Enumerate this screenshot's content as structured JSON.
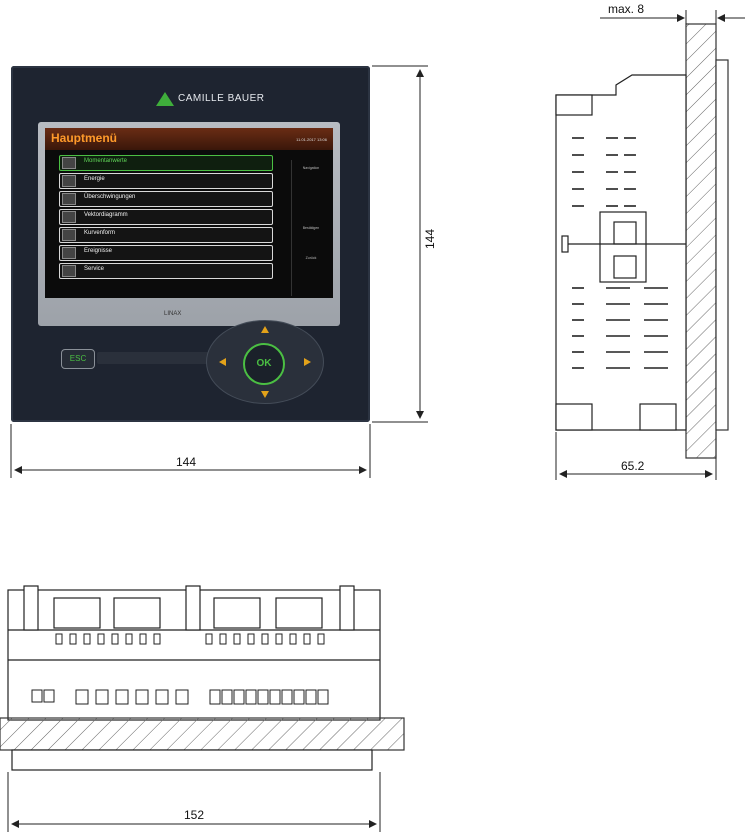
{
  "dimensions": {
    "side_max": "max. 8",
    "front_height": "144",
    "front_width": "144",
    "depth": "65.2",
    "bottom_width": "152"
  },
  "device": {
    "brand": "CAMILLE BAUER",
    "screen_title": "Hauptmenü",
    "screen_date": "11.01.2017 13:06",
    "menu_items": [
      {
        "label": "Momentanwerte",
        "selected": true
      },
      {
        "label": "Energie"
      },
      {
        "label": "Überschwingungen"
      },
      {
        "label": "Vektordiagramm"
      },
      {
        "label": "Kurvenform"
      },
      {
        "label": "Ereignisse"
      },
      {
        "label": "Service"
      }
    ],
    "sidebar": [
      "Navigation",
      "Bestätigen",
      "Zurück"
    ],
    "model_logo": "LINAX",
    "esc_label": "ESC",
    "ok_label": "OK"
  },
  "colors": {
    "accent_green": "#4bbf43",
    "title_orange": "#ff9a2a",
    "panel": "#1e2430"
  }
}
